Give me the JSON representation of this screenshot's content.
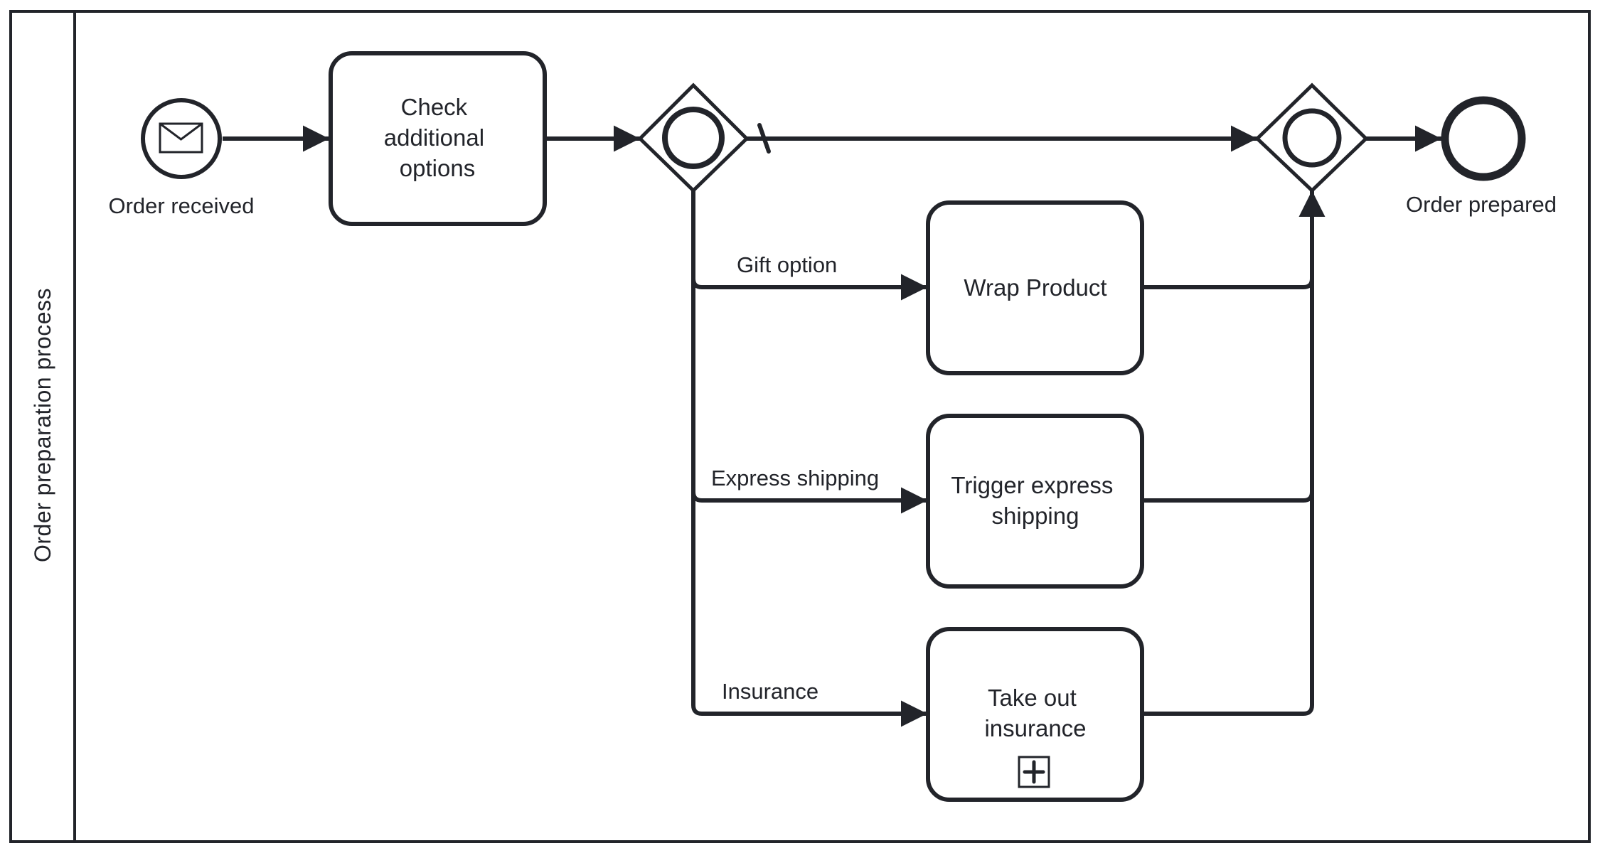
{
  "diagram": {
    "type": "BPMN process",
    "pool": {
      "label": "Order preparation process"
    },
    "colors": {
      "stroke": "#22242a",
      "fill": "#ffffff",
      "text": "#22242a"
    },
    "start_event": {
      "kind": "message start event",
      "icon": "envelope-icon",
      "label": "Order received"
    },
    "tasks": [
      {
        "id": "check",
        "lines": [
          "Check",
          "additional",
          "options"
        ],
        "marker": null
      },
      {
        "id": "wrap",
        "lines": [
          "Wrap Product"
        ],
        "marker": null
      },
      {
        "id": "express",
        "lines": [
          "Trigger express",
          "shipping"
        ],
        "marker": null
      },
      {
        "id": "insurance",
        "lines": [
          "Take out",
          "insurance"
        ],
        "marker": "collapsed-subprocess-plus"
      }
    ],
    "gateways": [
      {
        "id": "split",
        "kind": "inclusive gateway (split)"
      },
      {
        "id": "join",
        "kind": "inclusive gateway (join)"
      }
    ],
    "end_event": {
      "kind": "end event",
      "label": "Order prepared"
    },
    "flows": [
      {
        "from": "start",
        "to": "check",
        "label": ""
      },
      {
        "from": "check",
        "to": "split",
        "label": ""
      },
      {
        "from": "split",
        "to": "join",
        "label": "",
        "default": true
      },
      {
        "from": "split",
        "to": "wrap",
        "label": "Gift option"
      },
      {
        "from": "split",
        "to": "express",
        "label": "Express shipping"
      },
      {
        "from": "split",
        "to": "insurance",
        "label": "Insurance"
      },
      {
        "from": "wrap",
        "to": "join",
        "label": ""
      },
      {
        "from": "express",
        "to": "join",
        "label": ""
      },
      {
        "from": "insurance",
        "to": "join",
        "label": ""
      },
      {
        "from": "join",
        "to": "end",
        "label": ""
      }
    ]
  }
}
